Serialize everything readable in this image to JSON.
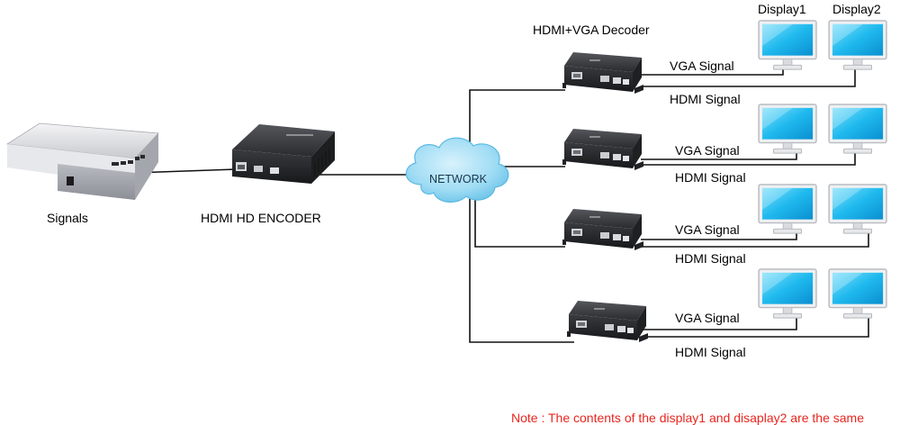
{
  "labels": {
    "signals": "Signals",
    "encoder": "HDMI HD ENCODER",
    "network": "NETWORK",
    "decoder": "HDMI+VGA Decoder",
    "display1": "Display1",
    "display2": "Display2",
    "vga_signal": "VGA Signal",
    "hdmi_signal": "HDMI Signal"
  },
  "note": "Note : The contents of the display1 and disaplay2 are the same",
  "colors": {
    "note": "#e8261f",
    "line": "#111111",
    "cloud": "#8fd6f2",
    "screen": "#22c0f0",
    "device": "#2f2f31"
  },
  "rows": [
    {
      "vga": "VGA Signal",
      "hdmi": "HDMI Signal"
    },
    {
      "vga": "VGA Signal",
      "hdmi": "HDMI Signal"
    },
    {
      "vga": "VGA Signal",
      "hdmi": "HDMI Signal"
    },
    {
      "vga": "VGA Signal",
      "hdmi": "HDMI Signal"
    }
  ]
}
